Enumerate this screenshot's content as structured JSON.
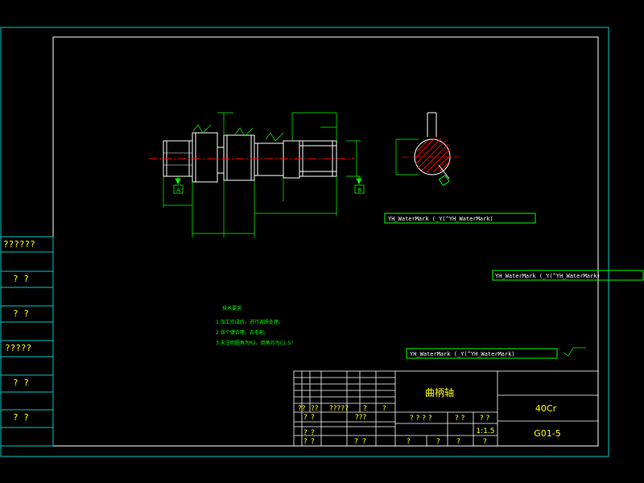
{
  "sidebar_labels": [
    "??????",
    "?  ?",
    "?  ?",
    "?????",
    "?  ?",
    "?  ?"
  ],
  "watermarks": [
    "YH_WaterMark (_Y(^YH_WaterMark)",
    "YH_WaterMark (_Y(^YH_WaterMark)",
    "YH_WaterMark (_Y(^YH_WaterMark)"
  ],
  "notes": {
    "heading": "技术要求",
    "lines": [
      "1.加工完成后，进行调质处理。",
      "2.各个键合理，去毛刺。",
      "3.未注明圆角为R2，倒角均为C1.5°"
    ]
  },
  "datums": [
    "A",
    "B"
  ],
  "title_block": {
    "part_name": "曲柄轴",
    "material": "40Cr",
    "drawing_no": "G01-5",
    "scale": "1:1.5",
    "q_row1": [
      "??",
      "??",
      "?????",
      "?",
      "?"
    ],
    "q_row2": [
      "?",
      "?",
      "???"
    ],
    "q_row3": [
      "?",
      "?"
    ],
    "q_row4": [
      "?",
      "?",
      "?",
      "?"
    ],
    "q_mid": [
      "? ? ? ?",
      "? ?",
      "? ?"
    ],
    "q_bottom": [
      "?",
      "?",
      "?",
      "?"
    ]
  },
  "colors": {
    "frame": "#00c8c8",
    "part": "#ffffff",
    "dim": "#00ff00",
    "center": "#ff0000",
    "text": "#ffff00",
    "hatch": "#ff0000"
  }
}
